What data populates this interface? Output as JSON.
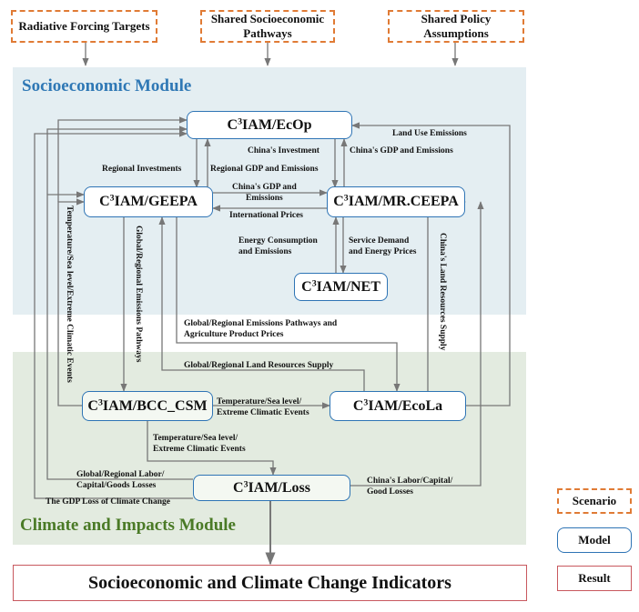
{
  "scenarios": {
    "radiative": "Radiative Forcing Targets",
    "ssp": [
      "Shared Socioeconomic",
      "Pathways"
    ],
    "policy": [
      "Shared Policy",
      "Assumptions"
    ]
  },
  "modules": {
    "socio": "Socioeconomic Module",
    "climate": "Climate and Impacts Module"
  },
  "models": {
    "prefix": "C",
    "sup": "3",
    "ecop": "IAM/EcOp",
    "geepa": "IAM/GEEPA",
    "mrceepa": "IAM/MR.CEEPA",
    "net": "IAM/NET",
    "bcc": "IAM/BCC_CSM",
    "ecola": "IAM/EcoLa",
    "loss": "IAM/Loss"
  },
  "flows": {
    "land_use_emissions": "Land Use Emissions",
    "china_investment": "China's Investment",
    "china_gdp_emissions_1": "China's GDP and Emissions",
    "regional_investments": "Regional Investments",
    "regional_gdp_emissions": "Regional GDP and Emissions",
    "china_gdp_emissions_2": [
      "China's GDP and",
      "Emissions"
    ],
    "international_prices": "International Prices",
    "energy_consumption": [
      "Energy Consumption",
      "and Emissions"
    ],
    "service_demand": [
      "Service Demand",
      "and Energy Prices"
    ],
    "temp_sea_extreme_vertical": "Temperature/Sea level/Extreme Climatic Events",
    "global_regional_emissions_vertical": "Global/Regional Emissions Pathways",
    "china_land_vertical": "China's Land Resources Supply",
    "emissions_agri": [
      "Global/Regional Emissions Pathways and",
      "Agriculture Product Prices"
    ],
    "land_supply": "Global/Regional Land Resources Supply",
    "temp_bcc_ecola": [
      "Temperature/Sea level/",
      "Extreme Climatic Events"
    ],
    "temp_bcc_loss": [
      "Temperature/Sea level/",
      "Extreme Climatic Events"
    ],
    "labor_losses": [
      "Global/Regional Labor/",
      "Capital/Goods Losses"
    ],
    "china_labor": [
      "China's Labor/Capital/",
      "Good Losses"
    ],
    "gdp_loss": "The GDP Loss of Climate Change"
  },
  "result": "Socioeconomic and Climate Change Indicators",
  "legend": {
    "scenario": "Scenario",
    "model": "Model",
    "result": "Result"
  },
  "colors": {
    "socio_zone": "#e4eef2",
    "climate_zone": "#e3ebe0",
    "socio_title": "#2f78b5",
    "climate_title": "#4a7a26",
    "scenario_border": "#e07b35",
    "model_border": "#2e74b5",
    "result_border": "#c8585e",
    "arrow": "#777777"
  }
}
